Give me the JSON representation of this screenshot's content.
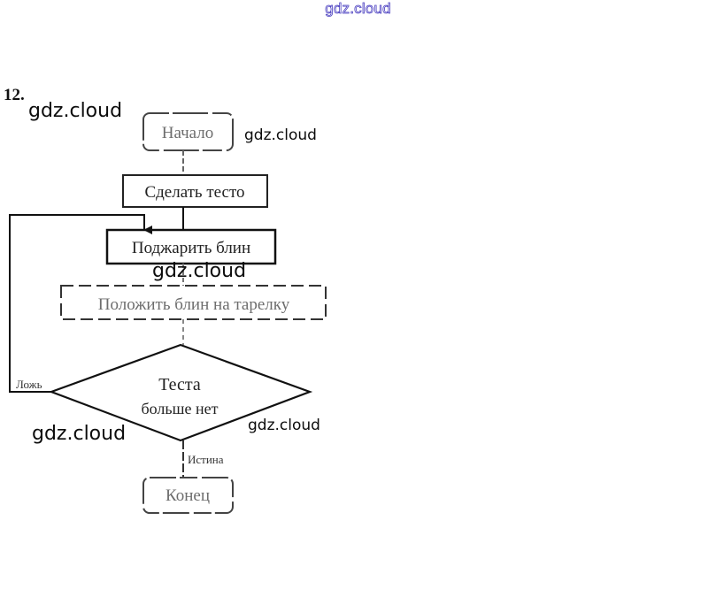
{
  "header": {
    "watermark": "gdz.cloud"
  },
  "task": {
    "number": "12."
  },
  "watermarks": {
    "w1": "gdz.cloud",
    "w2": "gdz.cloud",
    "w3": "gdz.cloud",
    "w4": "gdz.cloud",
    "w5": "gdz.cloud"
  },
  "flowchart": {
    "start": "Начало",
    "step1": "Сделать тесто",
    "step2": "Поджарить блин",
    "step3": "Положить блин на тарелку",
    "decision_line1": "Теста",
    "decision_line2": "больше нет",
    "false_label": "Ложь",
    "true_label": "Истина",
    "end": "Конец"
  }
}
